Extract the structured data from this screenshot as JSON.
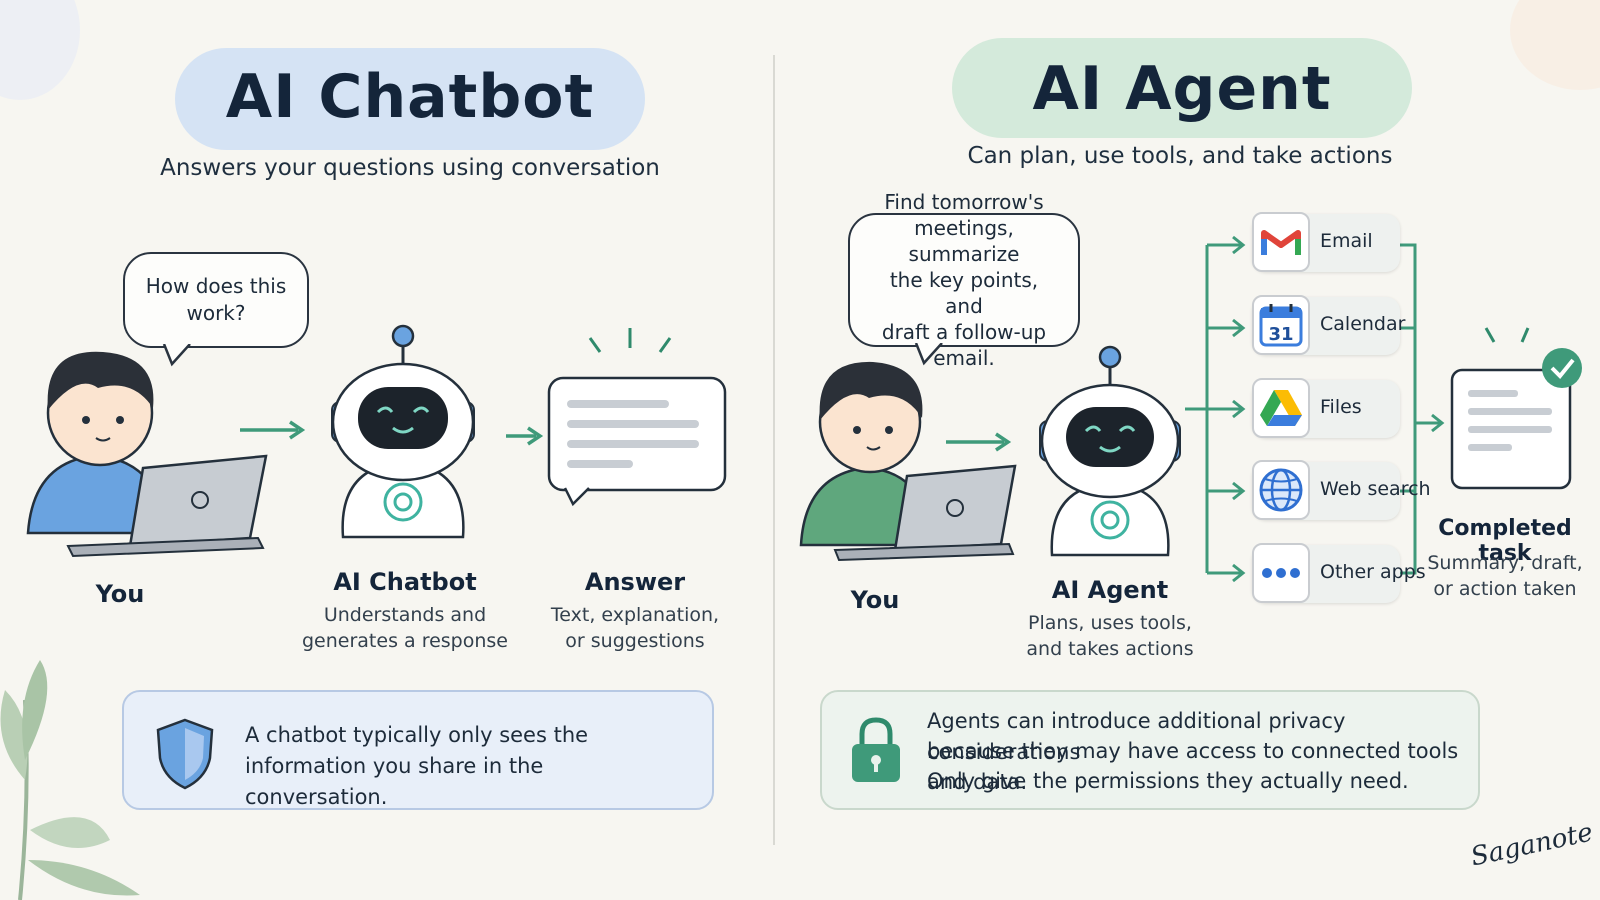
{
  "left": {
    "title": "AI Chatbot",
    "subtitle": "Answers your questions using conversation",
    "bubble": "How does this work?",
    "you_label": "You",
    "bot_label": "AI Chatbot",
    "bot_desc_1": "Understands and",
    "bot_desc_2": "generates a response",
    "answer_label": "Answer",
    "answer_desc_1": "Text, explanation,",
    "answer_desc_2": "or suggestions",
    "note": "A chatbot typically only sees the information you share in the conversation.",
    "note_icon": "shield-icon"
  },
  "right": {
    "title": "AI Agent",
    "subtitle": "Can plan, use tools, and take actions",
    "bubble_1": "Find tomorrow's",
    "bubble_2": "meetings, summarize",
    "bubble_3": "the key points, and",
    "bubble_4": "draft a follow-up email.",
    "you_label": "You",
    "agent_label": "AI Agent",
    "agent_desc_1": "Plans, uses tools,",
    "agent_desc_2": "and takes actions",
    "tools": [
      {
        "label": "Email",
        "icon": "gmail-icon"
      },
      {
        "label": "Calendar",
        "icon": "calendar-icon",
        "day": "31"
      },
      {
        "label": "Files",
        "icon": "drive-icon"
      },
      {
        "label": "Web search",
        "icon": "globe-icon"
      },
      {
        "label": "Other apps",
        "icon": "more-icon"
      }
    ],
    "result_label": "Completed task",
    "result_desc_1": "Summary, draft,",
    "result_desc_2": "or action taken",
    "note_1": "Agents can introduce additional privacy considerations",
    "note_2": "because they may have access to connected tools and data.",
    "note_3": "Only give the permissions they actually need.",
    "note_icon": "lock-icon"
  },
  "signature": "Saganote",
  "colors": {
    "arrow": "#3f9a7a",
    "chatbot_pill": "#d5e3f4",
    "agent_pill": "#d4eadb",
    "left_note_bg": "#e8eff9",
    "right_note_bg": "#edf3ee"
  }
}
